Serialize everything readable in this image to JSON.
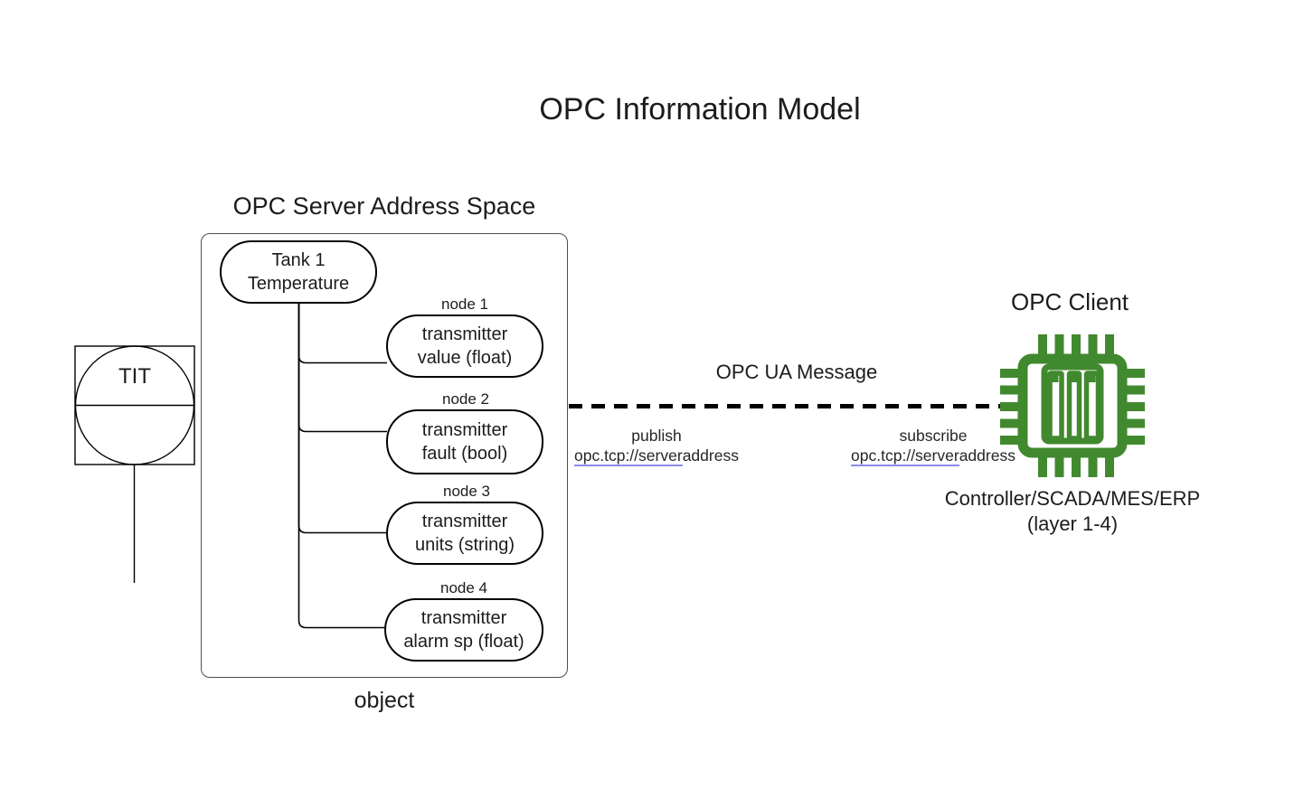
{
  "title": "OPC Information Model",
  "colors": {
    "chip_green": "#41892e",
    "link_underline": "#8c8cf0",
    "container_border": "#4f4f4f",
    "line_black": "#000000"
  },
  "server": {
    "heading": "OPC Server Address Space",
    "caption": "object",
    "root": {
      "line1": "Tank 1",
      "line2": "Temperature"
    },
    "nodes": [
      {
        "tag": "node 1",
        "line1": "transmitter",
        "line2": "value (float)"
      },
      {
        "tag": "node 2",
        "line1": "transmitter",
        "line2": "fault (bool)"
      },
      {
        "tag": "node 3",
        "line1": "transmitter",
        "line2": "units (string)"
      },
      {
        "tag": "node 4",
        "line1": "transmitter",
        "line2": "alarm sp (float)"
      }
    ]
  },
  "instrument": {
    "label": "TIT"
  },
  "message": {
    "label": "OPC UA Message",
    "publish": {
      "label": "publish",
      "url_link": "opc.tcp://server",
      "url_rest": "address"
    },
    "subscribe": {
      "label": "subscribe",
      "url_link": "opc.tcp://server",
      "url_rest": "address"
    }
  },
  "client": {
    "heading": "OPC Client",
    "chip_icon": "microchip-icon",
    "caption_line1": "Controller/SCADA/MES/ERP",
    "caption_line2": "(layer 1-4)"
  }
}
